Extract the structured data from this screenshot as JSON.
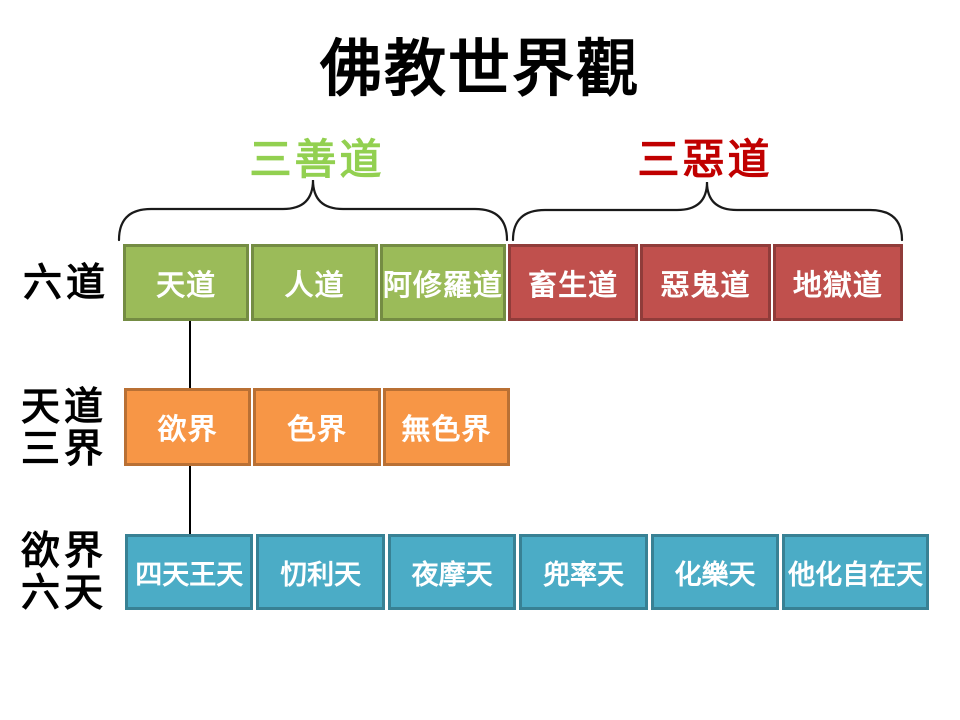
{
  "title": "佛教世界觀",
  "legend": {
    "good": {
      "label": "三善道"
    },
    "evil": {
      "label": "三惡道"
    }
  },
  "row_six_paths": {
    "label": "六道",
    "good_cells": [
      "天道",
      "人道",
      "阿修羅道"
    ],
    "evil_cells": [
      "畜生道",
      "惡鬼道",
      "地獄道"
    ]
  },
  "row_three_realms": {
    "label_lines": [
      "天道",
      "三界"
    ],
    "cells": [
      "欲界",
      "色界",
      "無色界"
    ]
  },
  "row_six_heavens": {
    "label_lines": [
      "欲界",
      "六天"
    ],
    "cells": [
      "四天王天",
      "忉利天",
      "夜摩天",
      "兜率天",
      "化樂天",
      "他化自在天"
    ]
  },
  "colors": {
    "good_label_color": "#92D050",
    "evil_label_color": "#C00000",
    "green_fill": "#9BBB59",
    "green_border": "#748C43",
    "red_fill": "#C0504D",
    "red_border": "#903C3A",
    "orange_fill": "#F79646",
    "orange_border": "#B97034",
    "teal_fill": "#4BACC6",
    "teal_border": "#388194",
    "brace_stroke": "#1a1a1a",
    "connector_color": "#000000"
  }
}
